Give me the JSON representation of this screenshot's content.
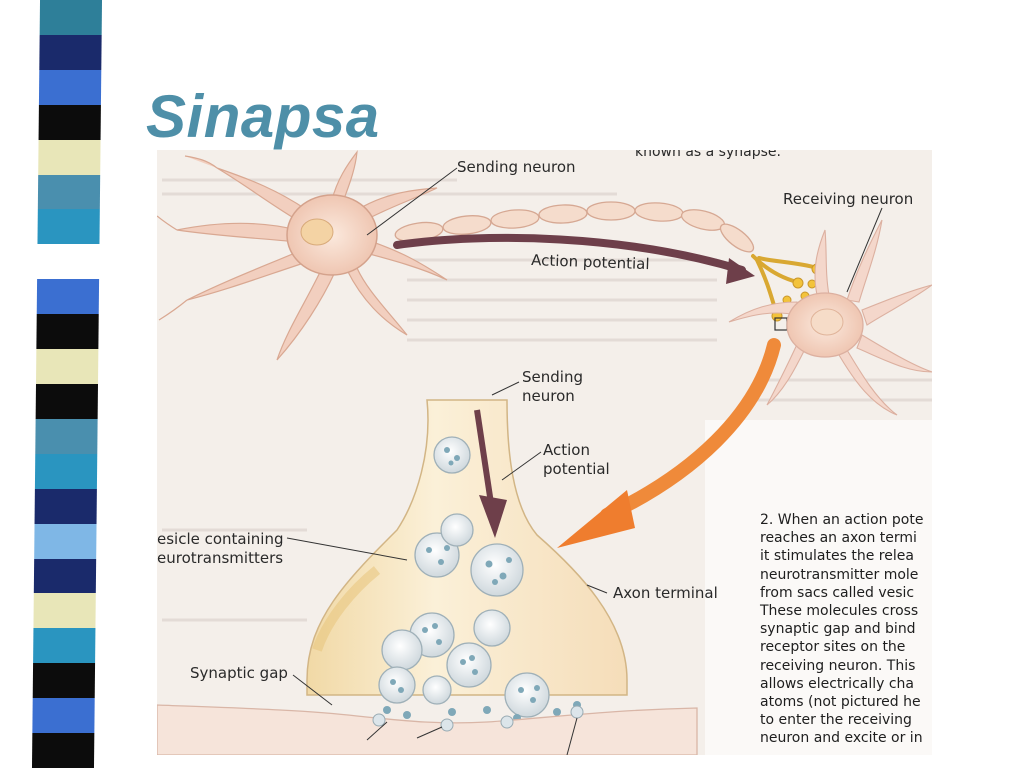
{
  "slide": {
    "title": "Sinapsa"
  },
  "stripes": [
    "#2e7f99",
    "#1a2a6b",
    "#3b6fd1",
    "#0c0c0c",
    "#e8e6b8",
    "#4a8fae",
    "#2a95c0",
    "#ffffff",
    "#3b6fd1",
    "#0c0c0c",
    "#e8e6b8",
    "#0c0c0c",
    "#4a8fae",
    "#2a95c0",
    "#1a2a6b",
    "#7fb7e6",
    "#1a2a6b",
    "#e8e6b8",
    "#2a95c0",
    "#0c0c0c",
    "#3b6fd1",
    "#0c0c0c"
  ],
  "figure": {
    "top_text": "known as a synapse.",
    "labels": {
      "sending_neuron": "Sending neuron",
      "receiving_neuron": "Receiving neuron",
      "action_potential": "Action potential",
      "sending_neuron_2_line1": "Sending",
      "sending_neuron_2_line2": "neuron",
      "action_potential_2_line1": "Action",
      "action_potential_2_line2": "potential",
      "vesicle_line1": "esicle containing",
      "vesicle_line2": "eurotransmitters",
      "axon_terminal": "Axon terminal",
      "synaptic_gap": "Synaptic gap"
    },
    "caption_lines": [
      "2. When an action pote",
      "reaches an axon termi",
      "it stimulates the relea",
      "neurotransmitter mole",
      "from sacs called vesic",
      "These molecules cross",
      "synaptic gap and bind",
      "receptor sites on the",
      "receiving neuron. This",
      "allows electrically cha",
      "atoms (not pictured he",
      "to enter the receiving",
      "neuron and excite or in"
    ]
  }
}
